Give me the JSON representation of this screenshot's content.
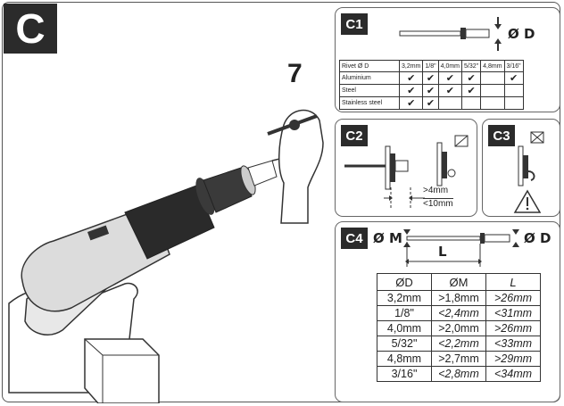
{
  "section_letter": "C",
  "callout_number": "7",
  "panels": {
    "c1": {
      "label": "C1",
      "diameter_label": "Ø D",
      "table": {
        "headers": [
          "Rivet Ø D",
          "3,2mm",
          "1/8\"",
          "4,0mm",
          "5/32\"",
          "4,8mm",
          "3/16\""
        ],
        "rows": [
          {
            "material": "Aluminium",
            "checks": [
              true,
              true,
              true,
              true,
              false,
              true
            ]
          },
          {
            "material": "Steel",
            "checks": [
              true,
              true,
              true,
              true,
              false,
              false
            ]
          },
          {
            "material": "Stainless steel",
            "checks": [
              true,
              true,
              false,
              false,
              false,
              false
            ]
          }
        ]
      }
    },
    "c2": {
      "label": "C2",
      "dim_min": ">4mm",
      "dim_max": "<10mm"
    },
    "c3": {
      "label": "C3"
    },
    "c4": {
      "label": "C4",
      "m_label": "Ø M",
      "d_label": "Ø D",
      "l_label": "L",
      "table": {
        "headers": [
          "ØD",
          "ØM",
          "L"
        ],
        "groups": [
          {
            "d": [
              "3,2mm",
              "1/8\""
            ],
            "m": [
              ">1,8mm",
              "<2,4mm"
            ],
            "l": [
              ">26mm",
              "<31mm"
            ]
          },
          {
            "d": [
              "4,0mm",
              "5/32\""
            ],
            "m": [
              ">2,0mm",
              "<2,2mm"
            ],
            "l": [
              ">26mm",
              "<33mm"
            ]
          },
          {
            "d": [
              "4,8mm",
              "3/16\""
            ],
            "m": [
              ">2,7mm",
              "<2,8mm"
            ],
            "l": [
              ">29mm",
              "<34mm"
            ]
          }
        ]
      }
    }
  }
}
